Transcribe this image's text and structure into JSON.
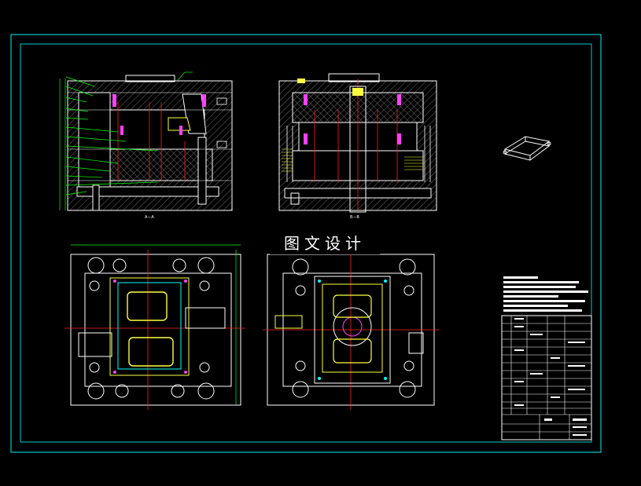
{
  "watermark": "图文设计",
  "section_labels": {
    "left": "A—A",
    "right": "B—B"
  },
  "colors": {
    "background": "#000000",
    "border": "#00cccc",
    "outline": "#ffffff",
    "hatch": "#b0b0b0",
    "leader": "#00ff00",
    "center_line": "#ff3030",
    "part_magenta": "#ff40ff",
    "part_yellow": "#ffff40",
    "part_cyan": "#40ffff",
    "part_red": "#ff2020"
  }
}
